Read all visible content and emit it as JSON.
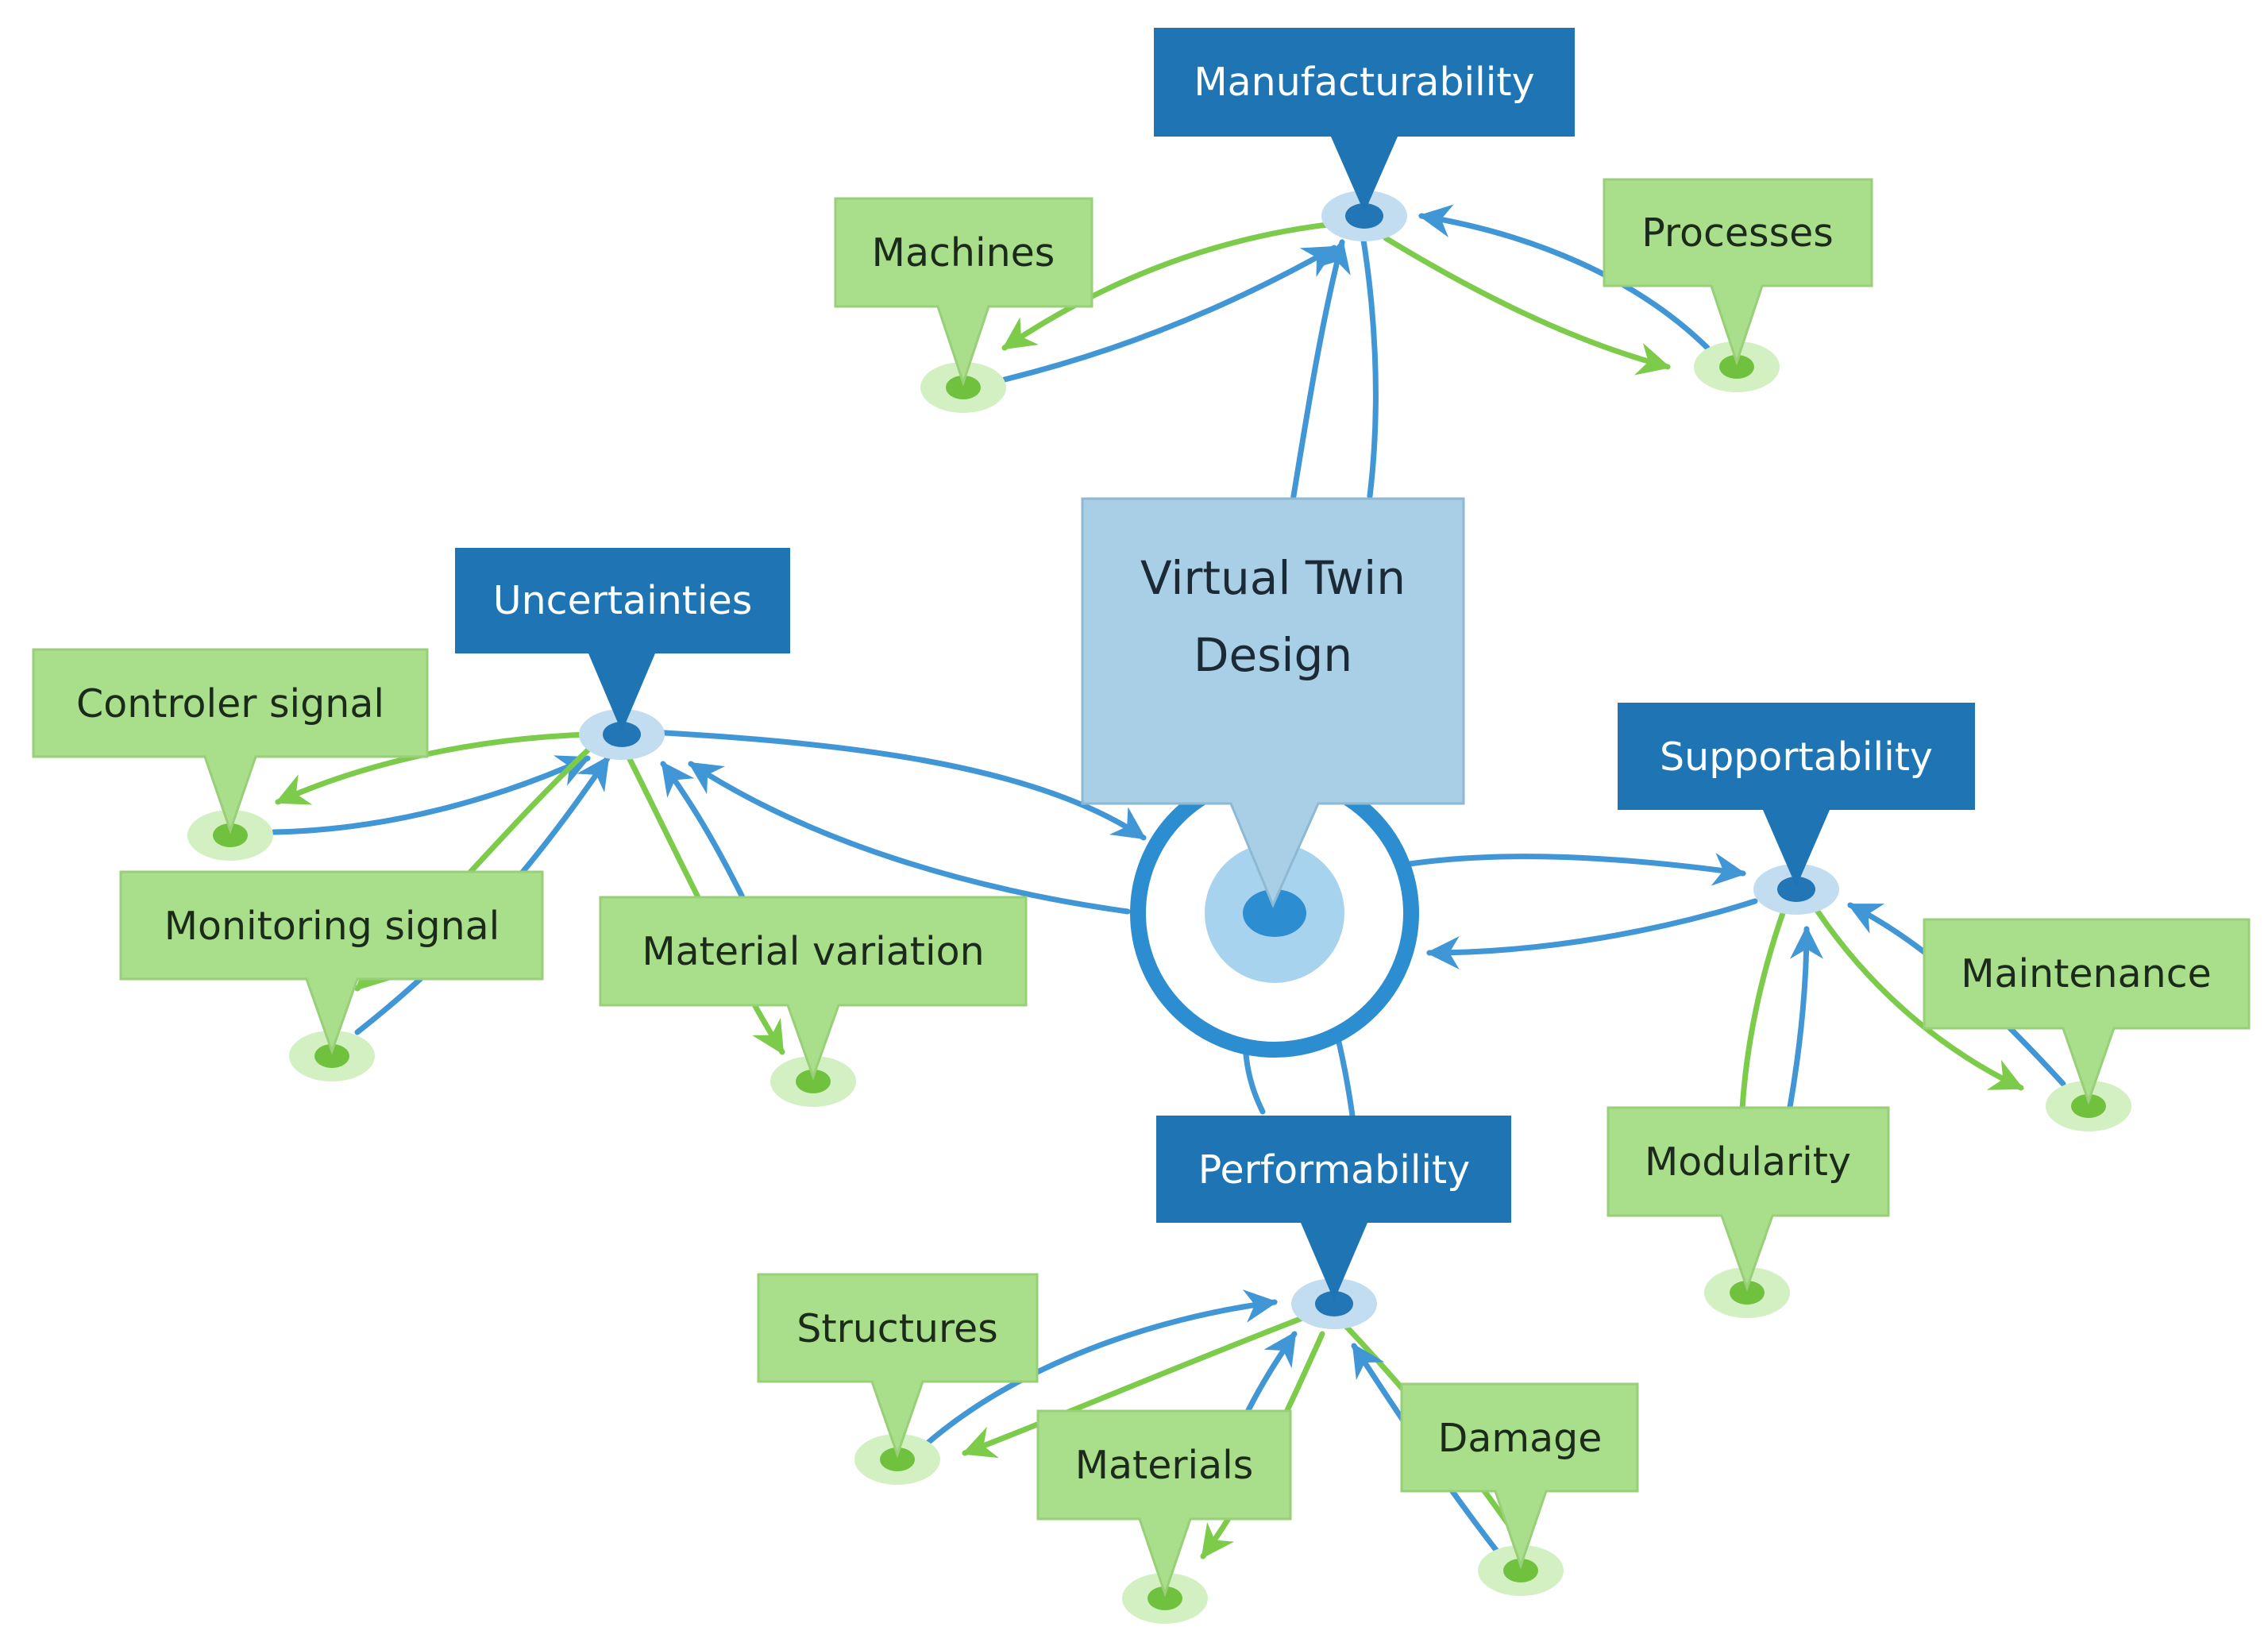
{
  "center": {
    "line1": "Virtual Twin",
    "line2": "Design"
  },
  "categories": {
    "manufacturability": {
      "label": "Manufacturability"
    },
    "uncertainties": {
      "label": "Uncertainties"
    },
    "supportability": {
      "label": "Supportability"
    },
    "performability": {
      "label": "Performability"
    }
  },
  "items": {
    "machines": {
      "label": "Machines"
    },
    "processes": {
      "label": "Processes"
    },
    "controler_signal": {
      "label": "Controler signal"
    },
    "monitoring_signal": {
      "label": "Monitoring signal"
    },
    "material_variation": {
      "label": "Material variation"
    },
    "maintenance": {
      "label": "Maintenance"
    },
    "modularity": {
      "label": "Modularity"
    },
    "structures": {
      "label": "Structures"
    },
    "materials": {
      "label": "Materials"
    },
    "damage": {
      "label": "Damage"
    }
  },
  "colors": {
    "main_node": "#1f74b4",
    "sub_node": "#a9df8a",
    "center_box": "#a8cfe5",
    "blue_link": "#4196d6",
    "green_link": "#7ccb4b"
  }
}
